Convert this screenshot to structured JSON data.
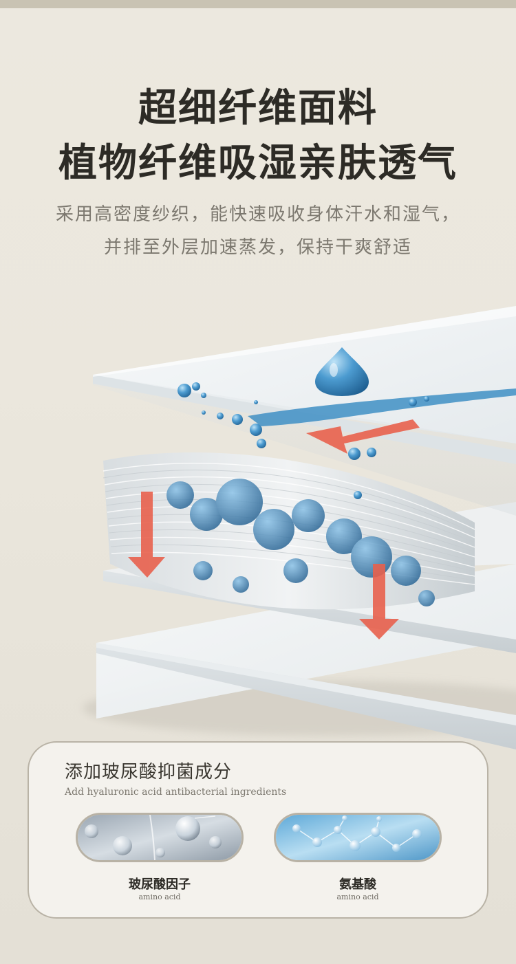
{
  "header": {
    "title_line1": "超细纤维面料",
    "title_line2": "植物纤维吸湿亲肤透气",
    "desc_line1": "采用高密度纱织，能快速吸收身体汗水和湿气，",
    "desc_line2": "并排至外层加速蒸发，保持干爽舒适"
  },
  "card": {
    "title": "添加玻尿酸抑菌成分",
    "subtitle": "Add hyaluronic acid antibacterial ingredients",
    "items": [
      {
        "label": "玻尿酸因子",
        "sublabel": "amino acid",
        "icon": "droplet-molecule-icon"
      },
      {
        "label": "氨基酸",
        "sublabel": "amino acid",
        "icon": "molecule-structure-icon"
      }
    ]
  },
  "colors": {
    "background": "#ebe7dd",
    "water_blue": "#3f8fc4",
    "arrow_red": "#e8604c",
    "fabric_white": "#f3f5f6",
    "headline": "#2d2b26"
  }
}
